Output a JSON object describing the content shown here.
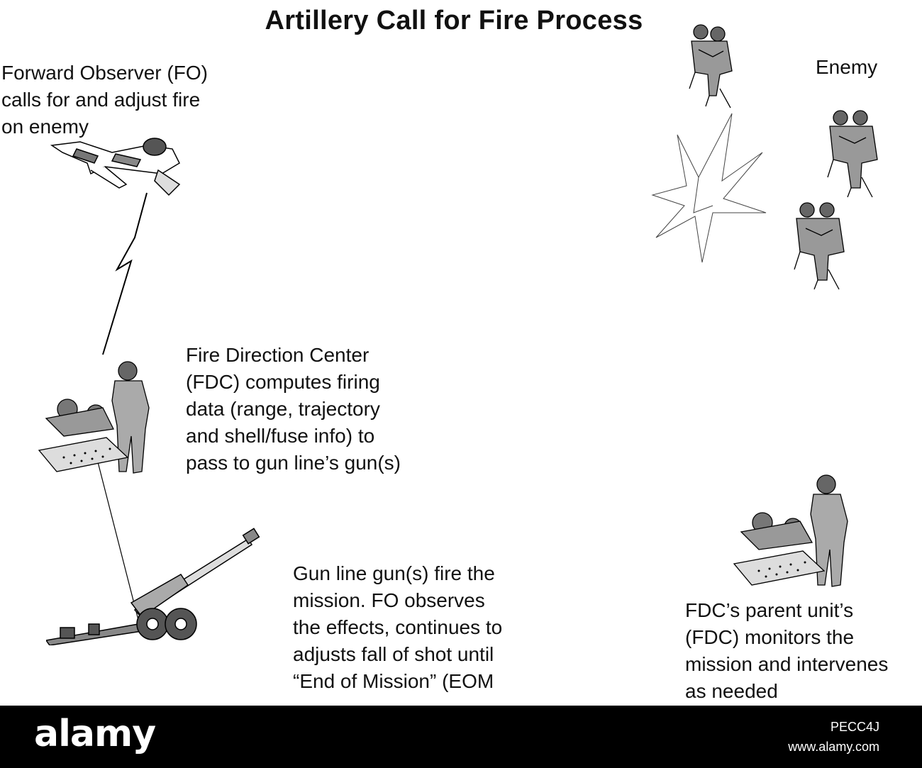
{
  "title": "Artillery Call for Fire Process",
  "nodes": {
    "forward_observer": {
      "lines": [
        "Forward Observer (FO)",
        "calls for and adjust fire",
        "on enemy"
      ],
      "icon": "prone-soldier-icon"
    },
    "enemy": {
      "label": "Enemy",
      "icon": "soldier-group-icon"
    },
    "fdc": {
      "lines": [
        "Fire Direction Center",
        "(FDC) computes firing",
        "data (range, trajectory",
        "and shell/fuse info) to",
        "pass to gun line’s gun(s)"
      ],
      "icon": "fdc-team-icon"
    },
    "gun_line": {
      "lines": [
        "Gun line gun(s) fire the",
        "mission. FO observes",
        "the effects, continues to",
        "adjusts fall of shot until",
        "“End of Mission” (EOM"
      ],
      "icon": "howitzer-icon"
    },
    "parent_unit": {
      "lines": [
        "FDC’s parent unit’s",
        "(FDC) monitors the",
        "mission and intervenes",
        "as needed"
      ],
      "icon": "fdc-team-icon"
    }
  },
  "watermark": {
    "brand": "alamy",
    "image_id": "PECC4J",
    "site": "www.alamy.com"
  }
}
